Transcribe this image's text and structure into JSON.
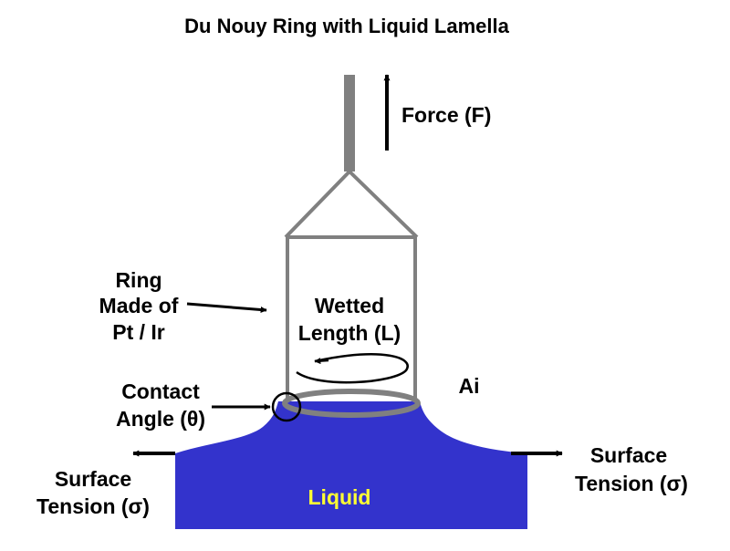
{
  "title": "Du Nouy Ring with Liquid Lamella",
  "labels": {
    "force": "Force (F)",
    "ring_line1": "Ring",
    "ring_line2": "Made of",
    "ring_line3": "Pt / Ir",
    "wetted_line1": "Wetted",
    "wetted_line2": "Length (L)",
    "ai": "Ai",
    "contact_line1": "Contact",
    "contact_line2": "Angle (θ)",
    "surface_left_line1": "Surface",
    "surface_left_line2": "Tension (σ)",
    "surface_right_line1": "Surface",
    "surface_right_line2": "Tension (σ)",
    "liquid": "Liquid"
  },
  "colors": {
    "liquid": "#3333CC",
    "liquid_label": "#FFFF33",
    "ring": "#808080",
    "arrow": "#000000"
  }
}
